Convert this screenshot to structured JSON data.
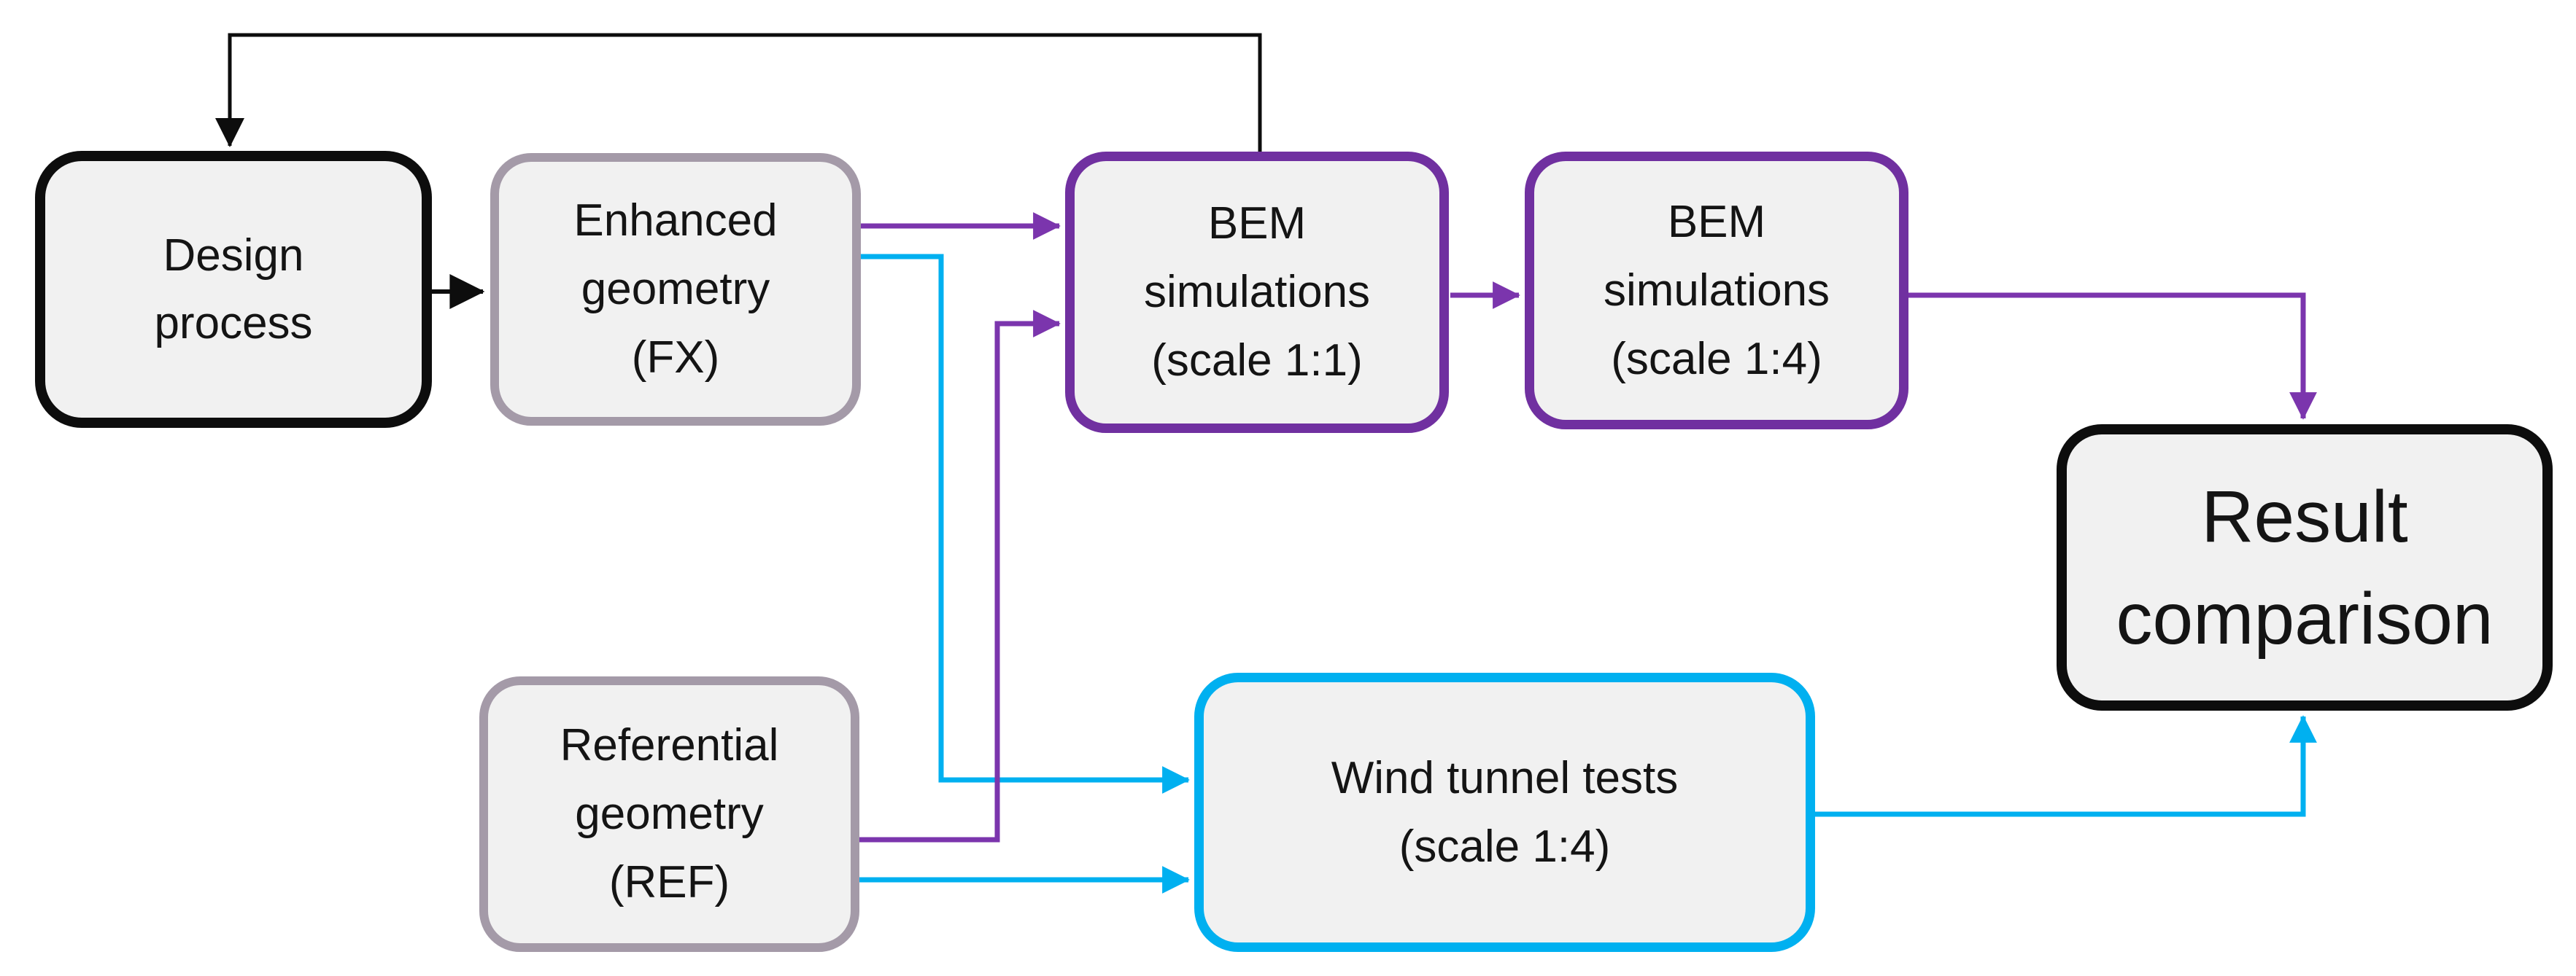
{
  "colors": {
    "background": "#ffffff",
    "node_fill": "#f1f1f1",
    "text": "#141414",
    "black": "#0d0d0d",
    "purple_border": "#7030a0",
    "purple_arrow": "#7b35ad",
    "cyan": "#00b0f0",
    "gray_border": "#a49aa8"
  },
  "nodes": {
    "design_process": {
      "label": "Design\nprocess",
      "border_color": "#0d0d0d"
    },
    "enhanced_geometry": {
      "label": "Enhanced\ngeometry\n(FX)",
      "border_color": "#a49aa8"
    },
    "bem_scale_1_1": {
      "label": "BEM\nsimulations\n(scale 1:1)",
      "border_color": "#7030a0"
    },
    "bem_scale_1_4": {
      "label": "BEM\nsimulations\n(scale 1:4)",
      "border_color": "#7030a0"
    },
    "result_comparison": {
      "label": "Result\ncomparison",
      "border_color": "#0d0d0d"
    },
    "referential_geometry": {
      "label": "Referential\ngeometry\n(REF)",
      "border_color": "#a49aa8"
    },
    "wind_tunnel_tests": {
      "label": "Wind tunnel tests\n(scale 1:4)",
      "border_color": "#00b0f0"
    }
  },
  "edges": [
    {
      "id": "feedback-bem11-to-design",
      "from": "bem_scale_1_1",
      "to": "design_process",
      "color": "#0d0d0d"
    },
    {
      "id": "design-to-enhanced",
      "from": "design_process",
      "to": "enhanced_geometry",
      "color": "#0d0d0d"
    },
    {
      "id": "enhanced-to-bem11",
      "from": "enhanced_geometry",
      "to": "bem_scale_1_1",
      "color": "#7b35ad"
    },
    {
      "id": "enhanced-to-wind",
      "from": "enhanced_geometry",
      "to": "wind_tunnel_tests",
      "color": "#00b0f0"
    },
    {
      "id": "ref-to-bem11",
      "from": "referential_geometry",
      "to": "bem_scale_1_1",
      "color": "#7b35ad"
    },
    {
      "id": "ref-to-wind",
      "from": "referential_geometry",
      "to": "wind_tunnel_tests",
      "color": "#00b0f0"
    },
    {
      "id": "bem11-to-bem14",
      "from": "bem_scale_1_1",
      "to": "bem_scale_1_4",
      "color": "#7b35ad"
    },
    {
      "id": "bem14-to-result",
      "from": "bem_scale_1_4",
      "to": "result_comparison",
      "color": "#7b35ad"
    },
    {
      "id": "wind-to-result",
      "from": "wind_tunnel_tests",
      "to": "result_comparison",
      "color": "#00b0f0"
    }
  ]
}
